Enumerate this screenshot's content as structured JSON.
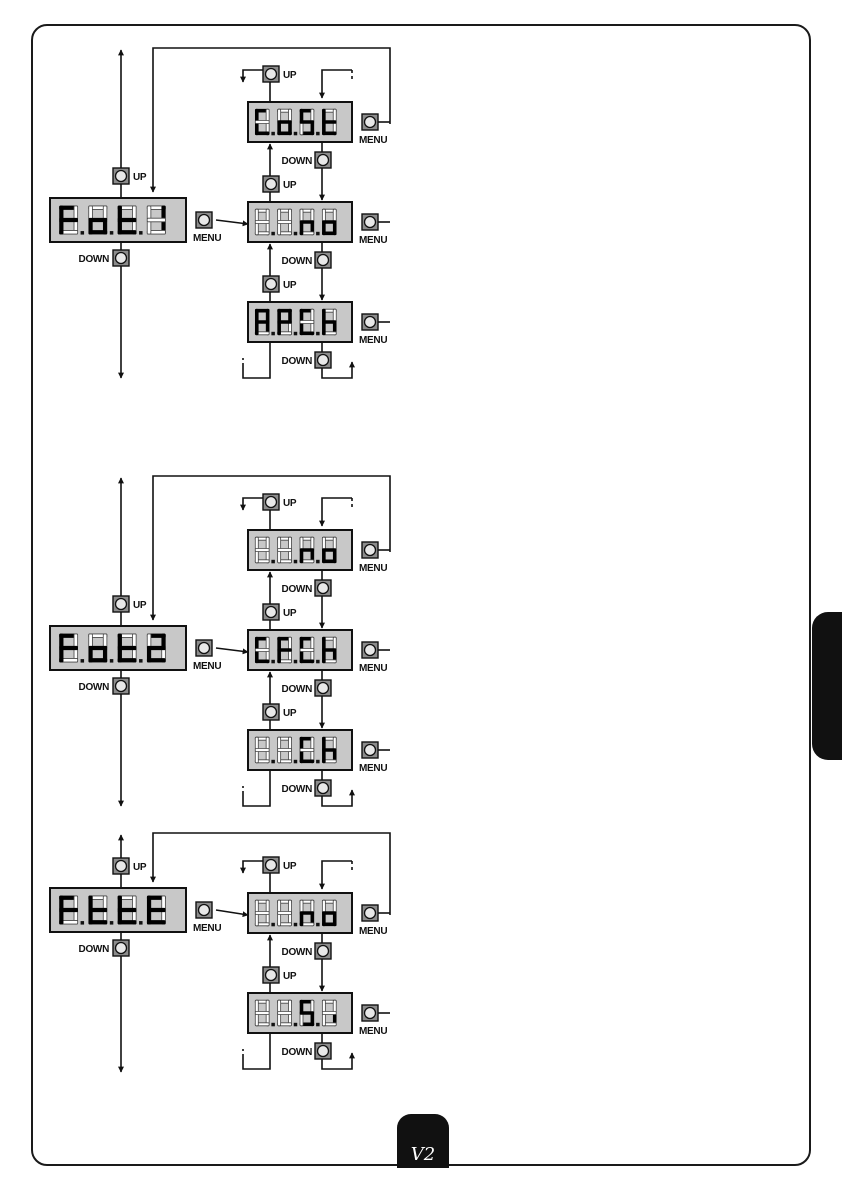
{
  "page": {
    "logo_text": "V2"
  },
  "labels": {
    "up": "UP",
    "down": "DOWN",
    "menu": "MENU"
  },
  "colors": {
    "frame": "#1a1a1a",
    "display_bg": "#c8c8c8",
    "segment_on": "#000000",
    "segment_off": "#ffffff",
    "button_bg": "#8c8c8c",
    "tab": "#111111"
  },
  "diagrams": [
    {
      "name": "fot1",
      "main_display": "F.o.t.1",
      "options": [
        "C.o.S.t",
        "8.8.n.o",
        "A.P.C.h"
      ],
      "current_option": 1
    },
    {
      "name": "fot2",
      "main_display": "F.o.t.2",
      "options": [
        "8.8.n.o",
        "C.F.C.h",
        "8.8.C.h"
      ],
      "current_option": 1
    },
    {
      "name": "ftte",
      "main_display": "F.t.t.E",
      "options": [
        "8.8.n.o",
        "8.8.S.i"
      ],
      "current_option": 0
    }
  ]
}
